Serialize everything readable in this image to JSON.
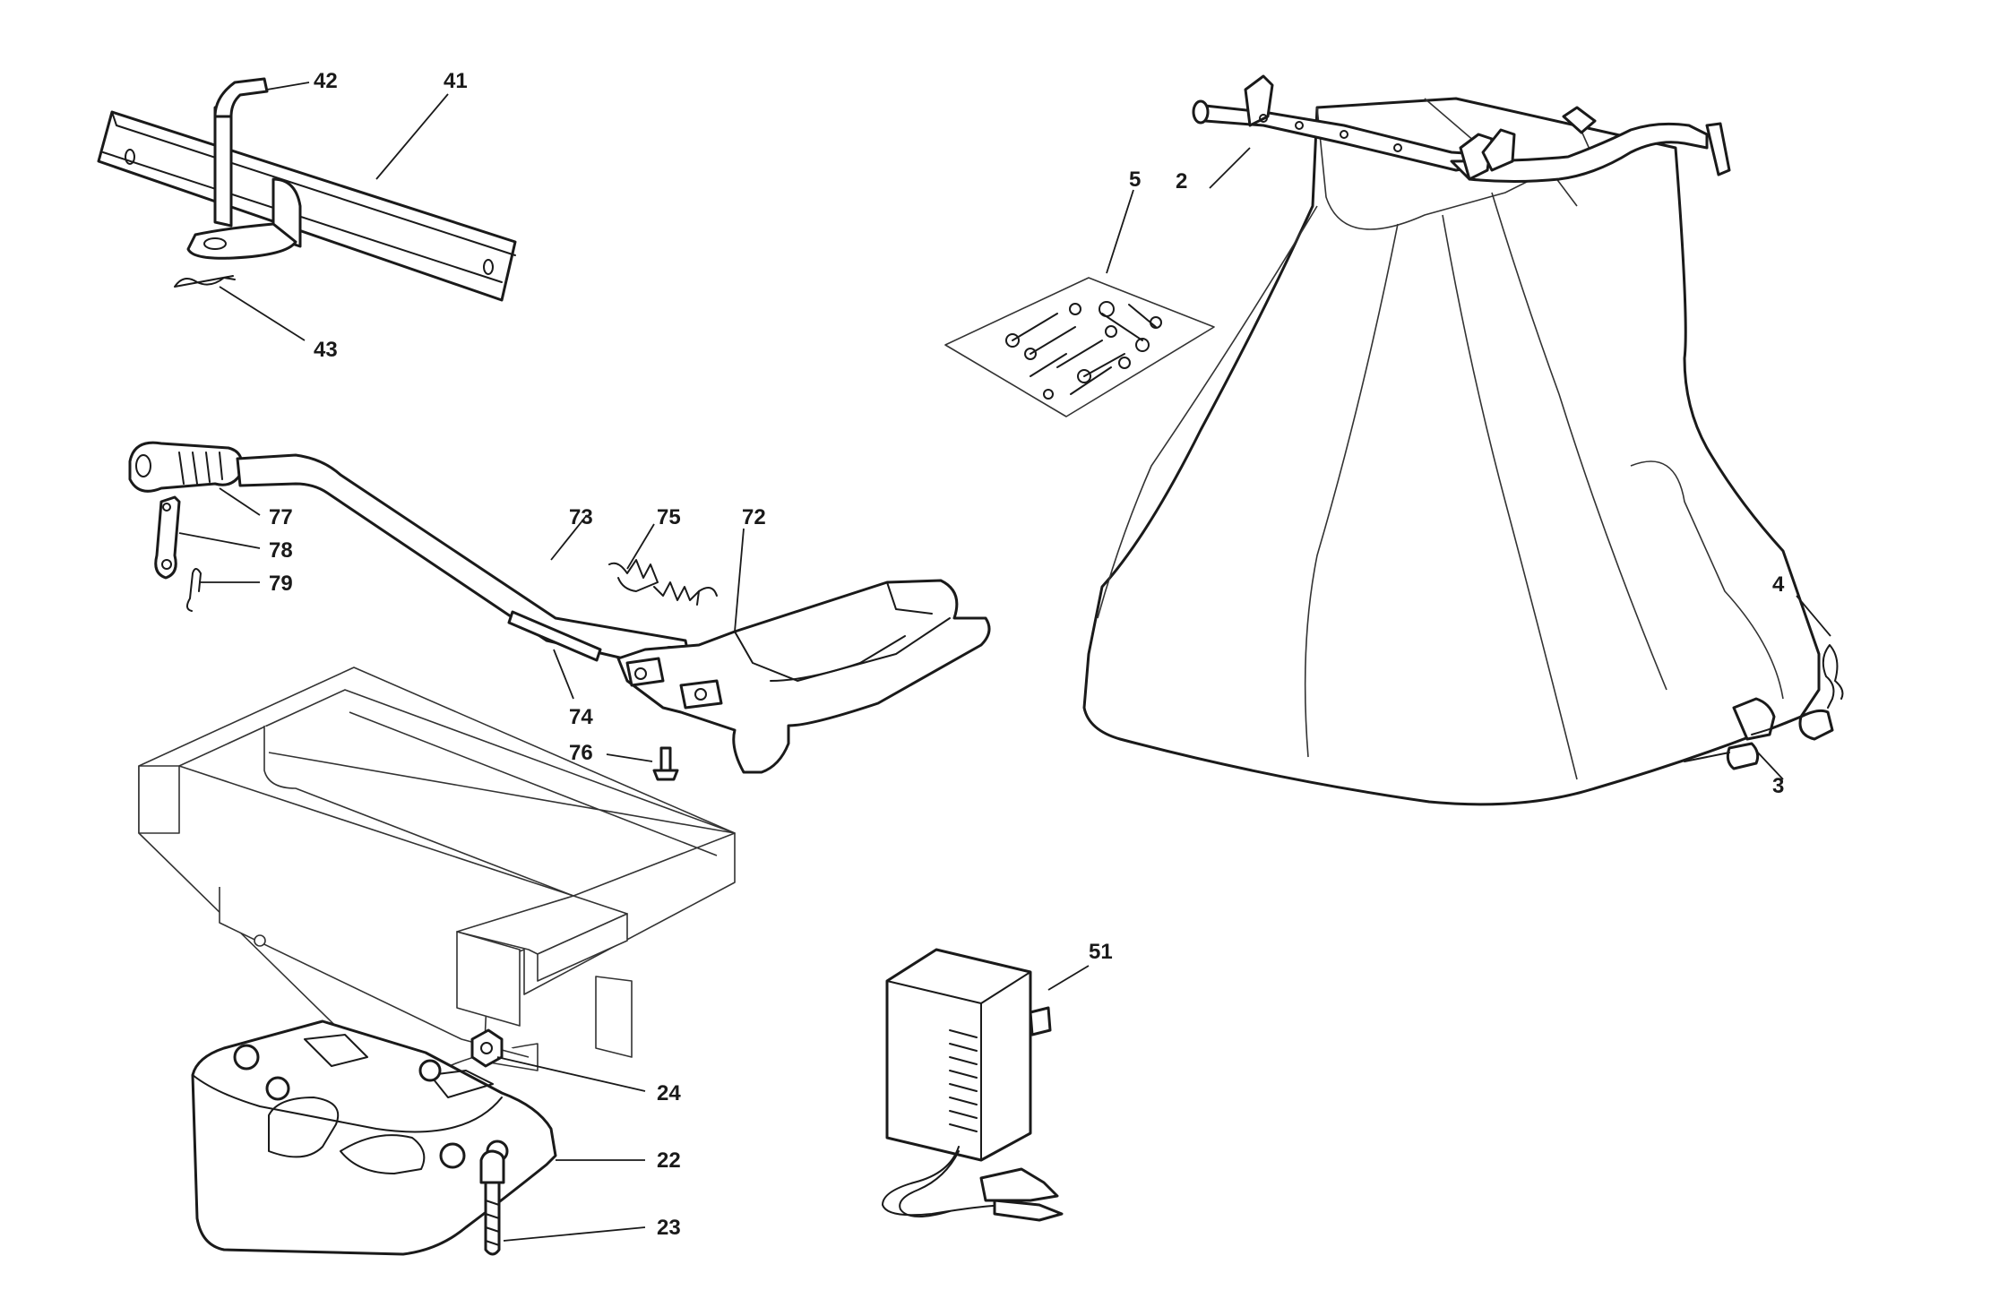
{
  "callouts": {
    "c42": "42",
    "c41": "41",
    "c43": "43",
    "c5": "5",
    "c2": "2",
    "c77": "77",
    "c78": "78",
    "c79": "79",
    "c73": "73",
    "c75": "75",
    "c72": "72",
    "c74": "74",
    "c76": "76",
    "c4": "4",
    "c3": "3",
    "c51": "51",
    "c24": "24",
    "c22": "22",
    "c23": "23"
  }
}
